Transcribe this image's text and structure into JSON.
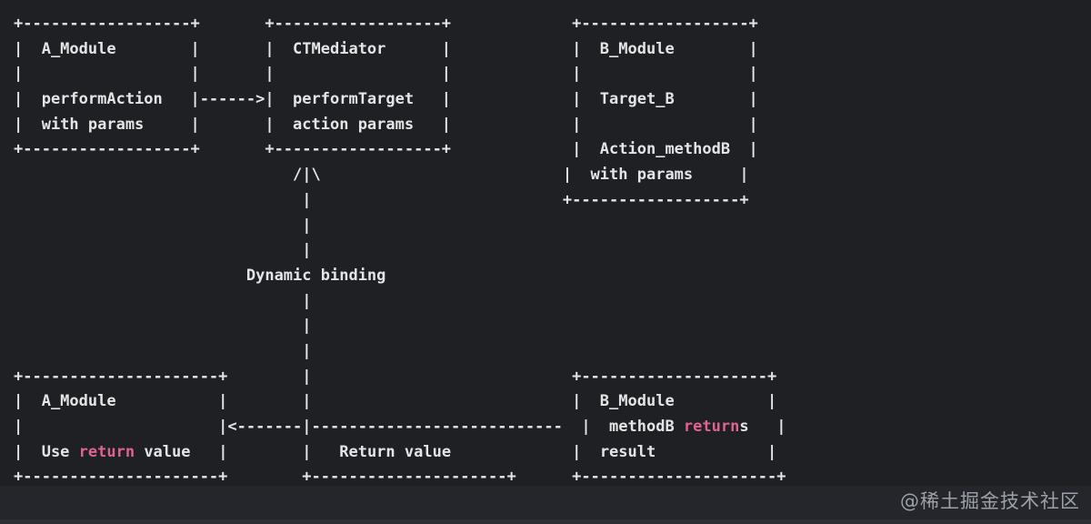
{
  "colors": {
    "background": "#1e2023",
    "footer_band": "#24262b",
    "bottom_strip": "#2b2e33",
    "diagram_fg": "#e4e5e7",
    "keyword_pink": "#df6390",
    "watermark": "#a8adb4"
  },
  "diagram": {
    "keyword": "return",
    "lines": [
      "+------------------+       +------------------+             +------------------+",
      "|  A_Module        |       |  CTMediator      |             |  B_Module        |",
      "|                  |       |                  |             |                  |",
      "|  performAction   |------>|  performTarget   |             |  Target_B        |",
      "|  with params     |       |  action params   |             |                  |",
      "+------------------+       +------------------+             |  Action_methodB  |",
      "                              /|\\                          |  with params     |",
      "                               |                           +------------------+",
      "                               |",
      "                               |",
      "                         Dynamic binding",
      "                               |",
      "                               |",
      "                               |",
      "+---------------------+        |                            +--------------------+",
      "|  A_Module           |        |                            |  B_Module          |",
      "|                     |<-------|---------------------------  |  methodB returns   |",
      "|  Use return value   |        |   Return value             |  result            |",
      "+---------------------+        +---------------------+      +---------------------+"
    ]
  },
  "watermark": {
    "text": "@稀土掘金技术社区"
  }
}
